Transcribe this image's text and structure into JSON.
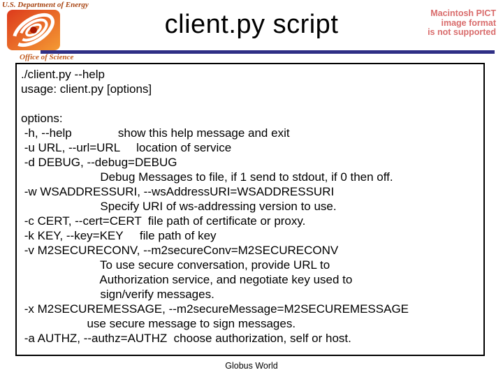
{
  "header": {
    "agency": "U.S. Department of Energy",
    "office": "Office of Science",
    "title": "client.py script",
    "pict_warning_lines": [
      "Macintosh PICT",
      "image format",
      "is not supported"
    ]
  },
  "terminal": {
    "lines": [
      "./client.py --help",
      "usage: client.py [options]",
      "",
      "options:",
      " -h, --help              show this help message and exit",
      " -u URL, --url=URL     location of service",
      " -d DEBUG, --debug=DEBUG",
      "                        Debug Messages to file, if 1 send to stdout, if 0 then off.",
      " -w WSADDRESSURI, --wsAddressURI=WSADDRESSURI",
      "                        Specify URI of ws-addressing version to use.",
      " -c CERT, --cert=CERT  file path of certificate or proxy.",
      " -k KEY, --key=KEY     file path of key",
      " -v M2SECURECONV, --m2secureConv=M2SECURECONV",
      "                        To use secure conversation, provide URL to",
      "                        Authorization service, and negotiate key used to",
      "                        sign/verify messages.",
      " -x M2SECUREMESSAGE, --m2secureMessage=M2SECUREMESSAGE",
      "                    use secure message to sign messages.",
      " -a AUTHZ, --authz=AUTHZ  choose authorization, self or host."
    ]
  },
  "footer": {
    "text": "Globus World"
  },
  "colors": {
    "divider_blue": "#2f2f85",
    "pict_warning_red": "#d96c6c",
    "logo_gradient_start": "#dd3a1c",
    "logo_gradient_end": "#f49a33",
    "logo_center_dot": "#a81800",
    "agency_text": "#a84512",
    "office_text": "#c05a1c",
    "title_text": "#000000",
    "terminal_text": "#000000",
    "terminal_border": "#000000"
  }
}
